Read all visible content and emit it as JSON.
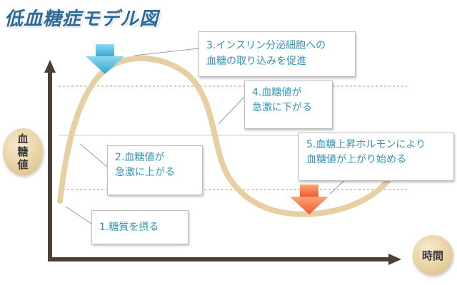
{
  "title": "低血糖症モデル図",
  "axes": {
    "y_label_lines": [
      "血",
      "糖",
      "値"
    ],
    "x_label": "時間"
  },
  "callouts": {
    "c1": {
      "lines": [
        "1.糖質を摂る"
      ]
    },
    "c2": {
      "lines": [
        "2.血糖値が",
        "急激に上がる"
      ]
    },
    "c3": {
      "lines": [
        "3.インスリン分泌細胞への",
        "血糖の取り込みを促進"
      ]
    },
    "c4": {
      "lines": [
        "4.血糖値が",
        "急激に下がる"
      ]
    },
    "c5": {
      "lines": [
        "5.血糖上昇ホルモンにより",
        "血糖値が上がり始める"
      ]
    }
  },
  "colors": {
    "curve": "#e6cfa0",
    "axis": "#4a4038",
    "dashed_line": "#d98080",
    "baseline": "#cccccc",
    "arrow_down_blue": "#45b8dc",
    "arrow_down_orange": "#f26a3a",
    "callout_text": "#2f94b8"
  },
  "icons": {
    "peak_marker": "arrow-down-blue-icon",
    "trough_marker": "arrow-down-orange-icon"
  }
}
